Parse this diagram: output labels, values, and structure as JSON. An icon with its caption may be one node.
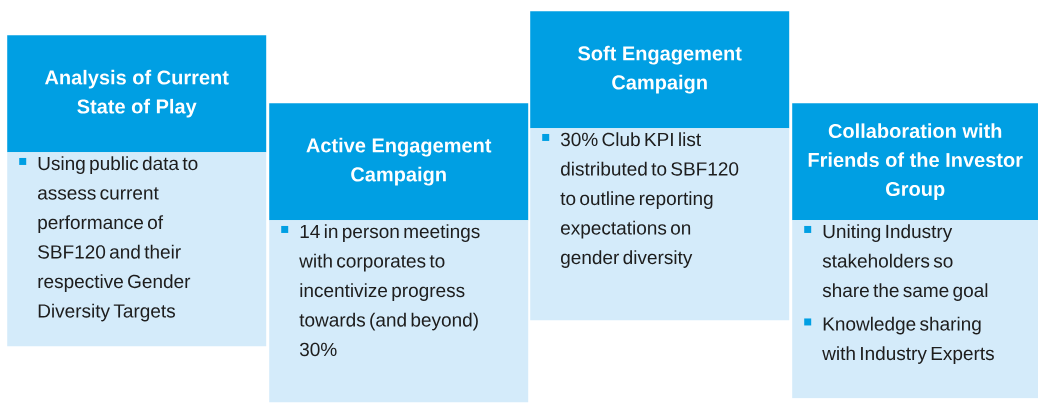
{
  "diagram": {
    "nodes": [
      {
        "text": [
          "Analysis of Current State of Play"
        ]
      },
      {
        "text": [
          "Using public data to assess current performance of SBF120 and their respective Gender Diversity Targets"
        ]
      },
      {
        "text": [
          "Active Engagement Campaign"
        ]
      },
      {
        "text": [
          "14 in person meetings with corporates to incentivize progress towards (and beyond) 30%"
        ]
      },
      {
        "text": [
          "Soft Engagement Campaign"
        ]
      },
      {
        "text": [
          "30% Club KPI list distributed to SBF120 to outline reporting expectations on gender diversity"
        ]
      },
      {
        "text": [
          "Collaboration with Friends of the Investor Group"
        ]
      },
      {
        "text": [
          "Uniting Industry stakeholders so share the same goal",
          "Knowledge sharing with Industry Experts"
        ]
      }
    ]
  }
}
